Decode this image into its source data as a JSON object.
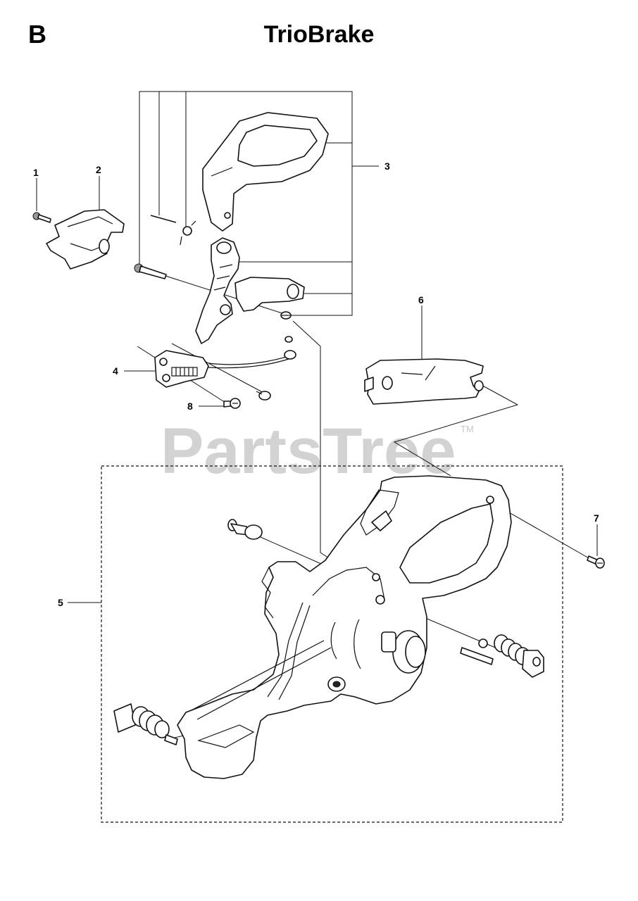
{
  "header": {
    "section_letter": "B",
    "title": "TrioBrake"
  },
  "watermark": {
    "text": "PartsTree",
    "trademark": "TM"
  },
  "callouts": [
    "1",
    "2",
    "3",
    "4",
    "5",
    "6",
    "7",
    "8"
  ],
  "colors": {
    "line": "#111111",
    "watermark": "#d2d2d2",
    "background": "#ffffff"
  }
}
